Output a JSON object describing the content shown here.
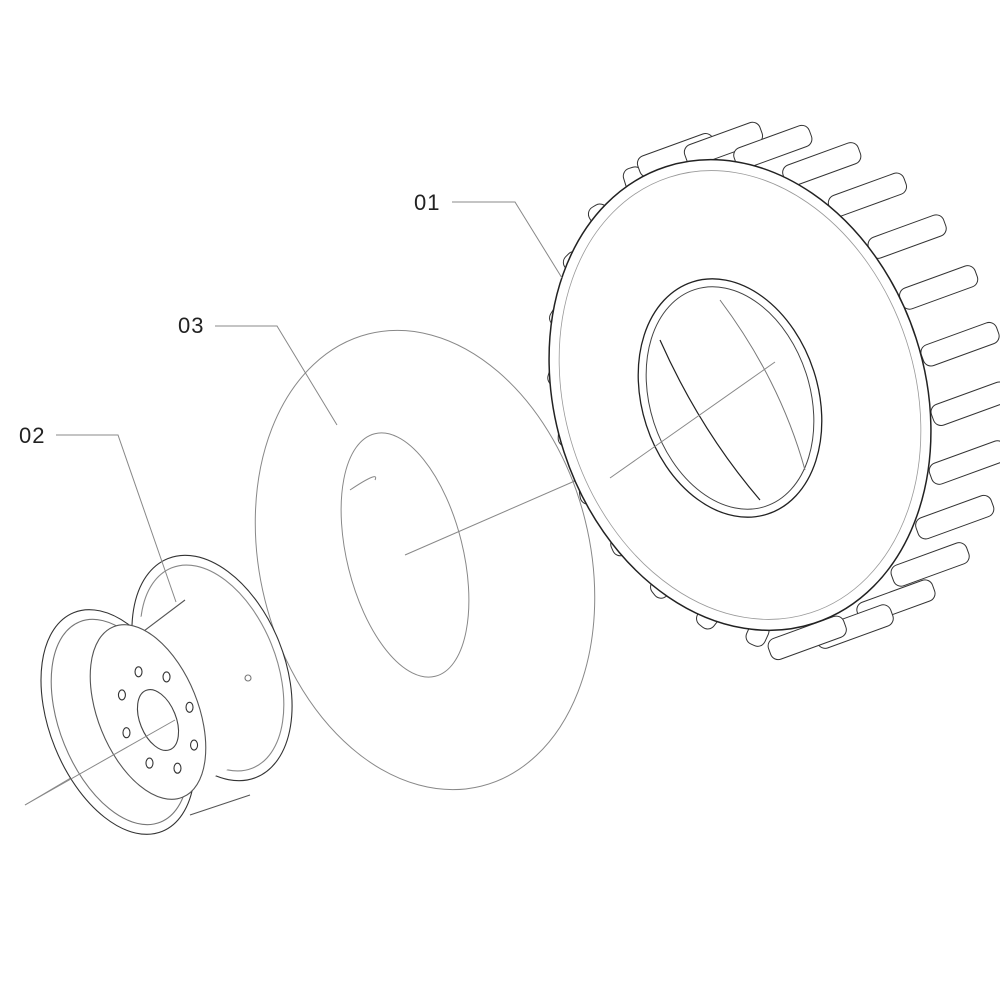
{
  "callouts": [
    {
      "id": "01",
      "part": "tire"
    },
    {
      "id": "02",
      "part": "wheel-rim"
    },
    {
      "id": "03",
      "part": "inner-tube"
    }
  ],
  "colors": {
    "line": "#222222",
    "thin": "#777777",
    "background": "#ffffff"
  }
}
